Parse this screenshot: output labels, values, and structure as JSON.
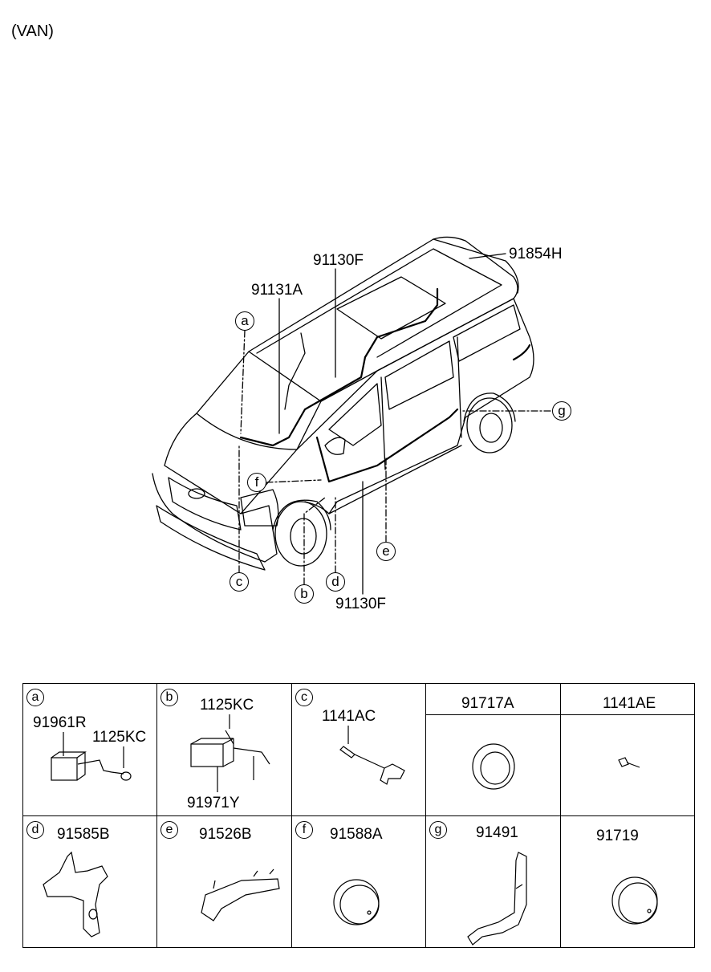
{
  "header": {
    "variant": "(VAN)"
  },
  "callouts": {
    "p91854H": "91854H",
    "p91130F_top": "91130F",
    "p91131A": "91131A",
    "p91130F_bottom": "91130F"
  },
  "markers": {
    "a": "a",
    "b": "b",
    "c": "c",
    "d": "d",
    "e": "e",
    "f": "f",
    "g": "g"
  },
  "table": {
    "row1": [
      {
        "key": "a",
        "parts": [
          "91961R",
          "1125KC"
        ]
      },
      {
        "key": "b",
        "parts": [
          "1125KC",
          "91971Y"
        ]
      },
      {
        "key": "c",
        "parts": [
          "1141AC"
        ]
      },
      {
        "key": "",
        "parts": [
          "91717A"
        ]
      },
      {
        "key": "",
        "parts": [
          "1141AE"
        ]
      }
    ],
    "row2": [
      {
        "key": "d",
        "parts": [
          "91585B"
        ]
      },
      {
        "key": "e",
        "parts": [
          "91526B"
        ]
      },
      {
        "key": "f",
        "parts": [
          "91588A"
        ]
      },
      {
        "key": "g",
        "parts": [
          "91491"
        ]
      },
      {
        "key": "",
        "parts": [
          "91719"
        ]
      }
    ]
  }
}
